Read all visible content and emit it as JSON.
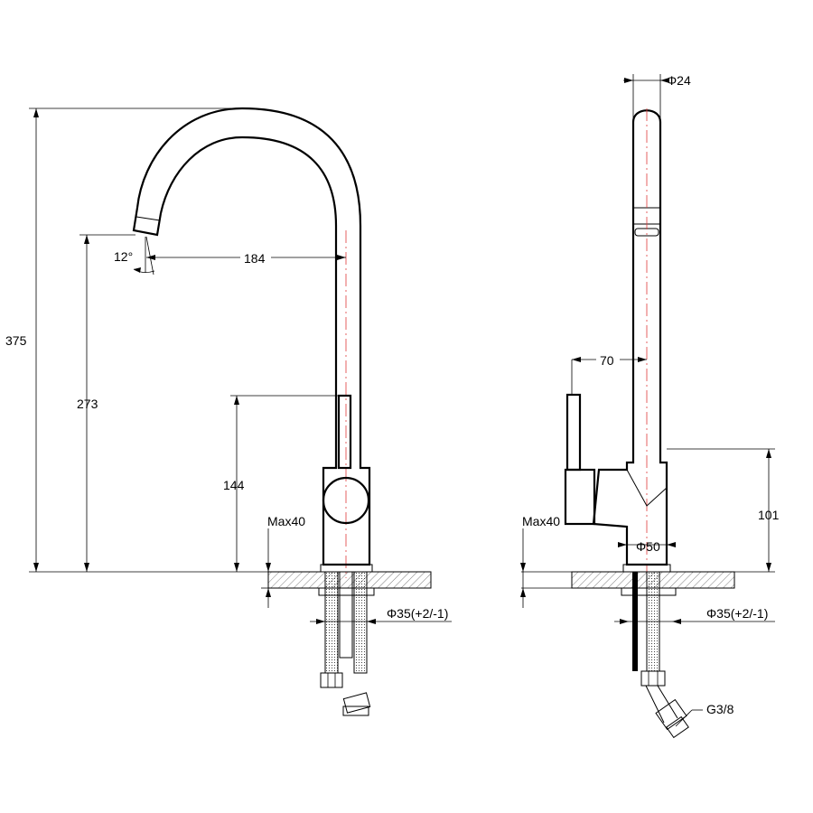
{
  "side_view": {
    "total_height": "375",
    "spout_outlet_height": "273",
    "spout_reach": "184",
    "spout_angle": "12°",
    "handle_height": "144",
    "deck_max": "Max40",
    "hole_diameter": "Φ35(+2/-1)"
  },
  "front_view": {
    "spout_tube_diameter": "Φ24",
    "handle_offset": "70",
    "body_height": "101",
    "deck_max": "Max40",
    "base_diameter": "Φ50",
    "hole_diameter": "Φ35(+2/-1)",
    "connection_thread": "G3/8"
  },
  "colors": {
    "line": "#000000",
    "centerline": "#e03a3a"
  }
}
